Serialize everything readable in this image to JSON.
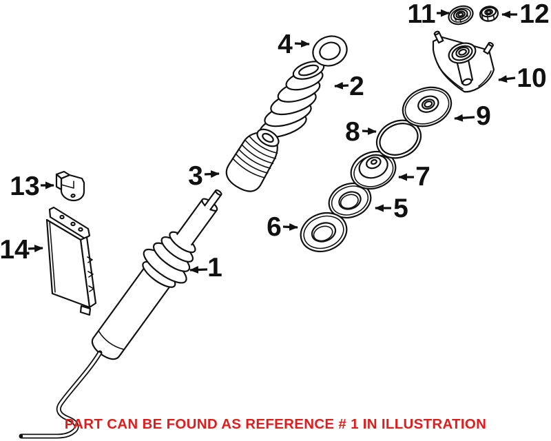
{
  "page": {
    "background": "#ffffff"
  },
  "diagram": {
    "line_color": "#111111",
    "callouts": [
      {
        "number": "1",
        "part": "strut-shock-absorber"
      },
      {
        "number": "2",
        "part": "coil-spring"
      },
      {
        "number": "3",
        "part": "dust-boot"
      },
      {
        "number": "4",
        "part": "upper-spring-pad"
      },
      {
        "number": "5",
        "part": "spring-pad-ring"
      },
      {
        "number": "6",
        "part": "lower-spring-pad"
      },
      {
        "number": "7",
        "part": "spring-seat-dome"
      },
      {
        "number": "8",
        "part": "o-ring"
      },
      {
        "number": "9",
        "part": "strut-bearing"
      },
      {
        "number": "10",
        "part": "strut-mount"
      },
      {
        "number": "11",
        "part": "flanged-nut"
      },
      {
        "number": "12",
        "part": "hex-nut"
      },
      {
        "number": "13",
        "part": "mounting-bracket"
      },
      {
        "number": "14",
        "part": "control-module"
      }
    ],
    "caption": {
      "text": "PART CAN BE FOUND AS REFERENCE # 1 IN ILLUSTRATION",
      "color": "#dc1e1e"
    }
  }
}
